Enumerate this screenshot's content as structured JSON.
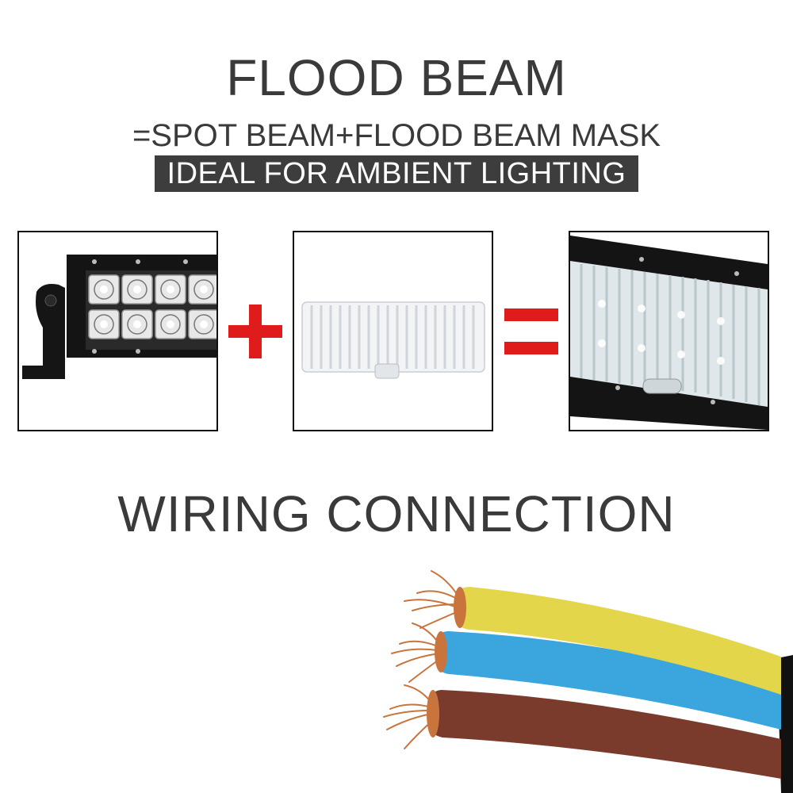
{
  "heading": "FLOOD BEAM",
  "formula": "=SPOT BEAM+FLOOD BEAM MASK",
  "banner": "IDEAL FOR AMBIENT LIGHTING",
  "section_heading": "WIRING CONNECTION",
  "colors": {
    "text": "#3a3a3a",
    "banner_bg": "#3d3d3d",
    "operator_red": "#e01b1b",
    "wire_yellow": "#e3d64a",
    "wire_blue": "#3aa6dd",
    "wire_brown": "#7a3b2c",
    "copper": "#c8743c"
  },
  "icons": {
    "panel_1": "spot-beam-light-bar-icon",
    "panel_2": "flood-beam-mask-icon",
    "panel_3": "flood-beam-light-bar-icon",
    "wires": "three-core-cable-icon"
  }
}
